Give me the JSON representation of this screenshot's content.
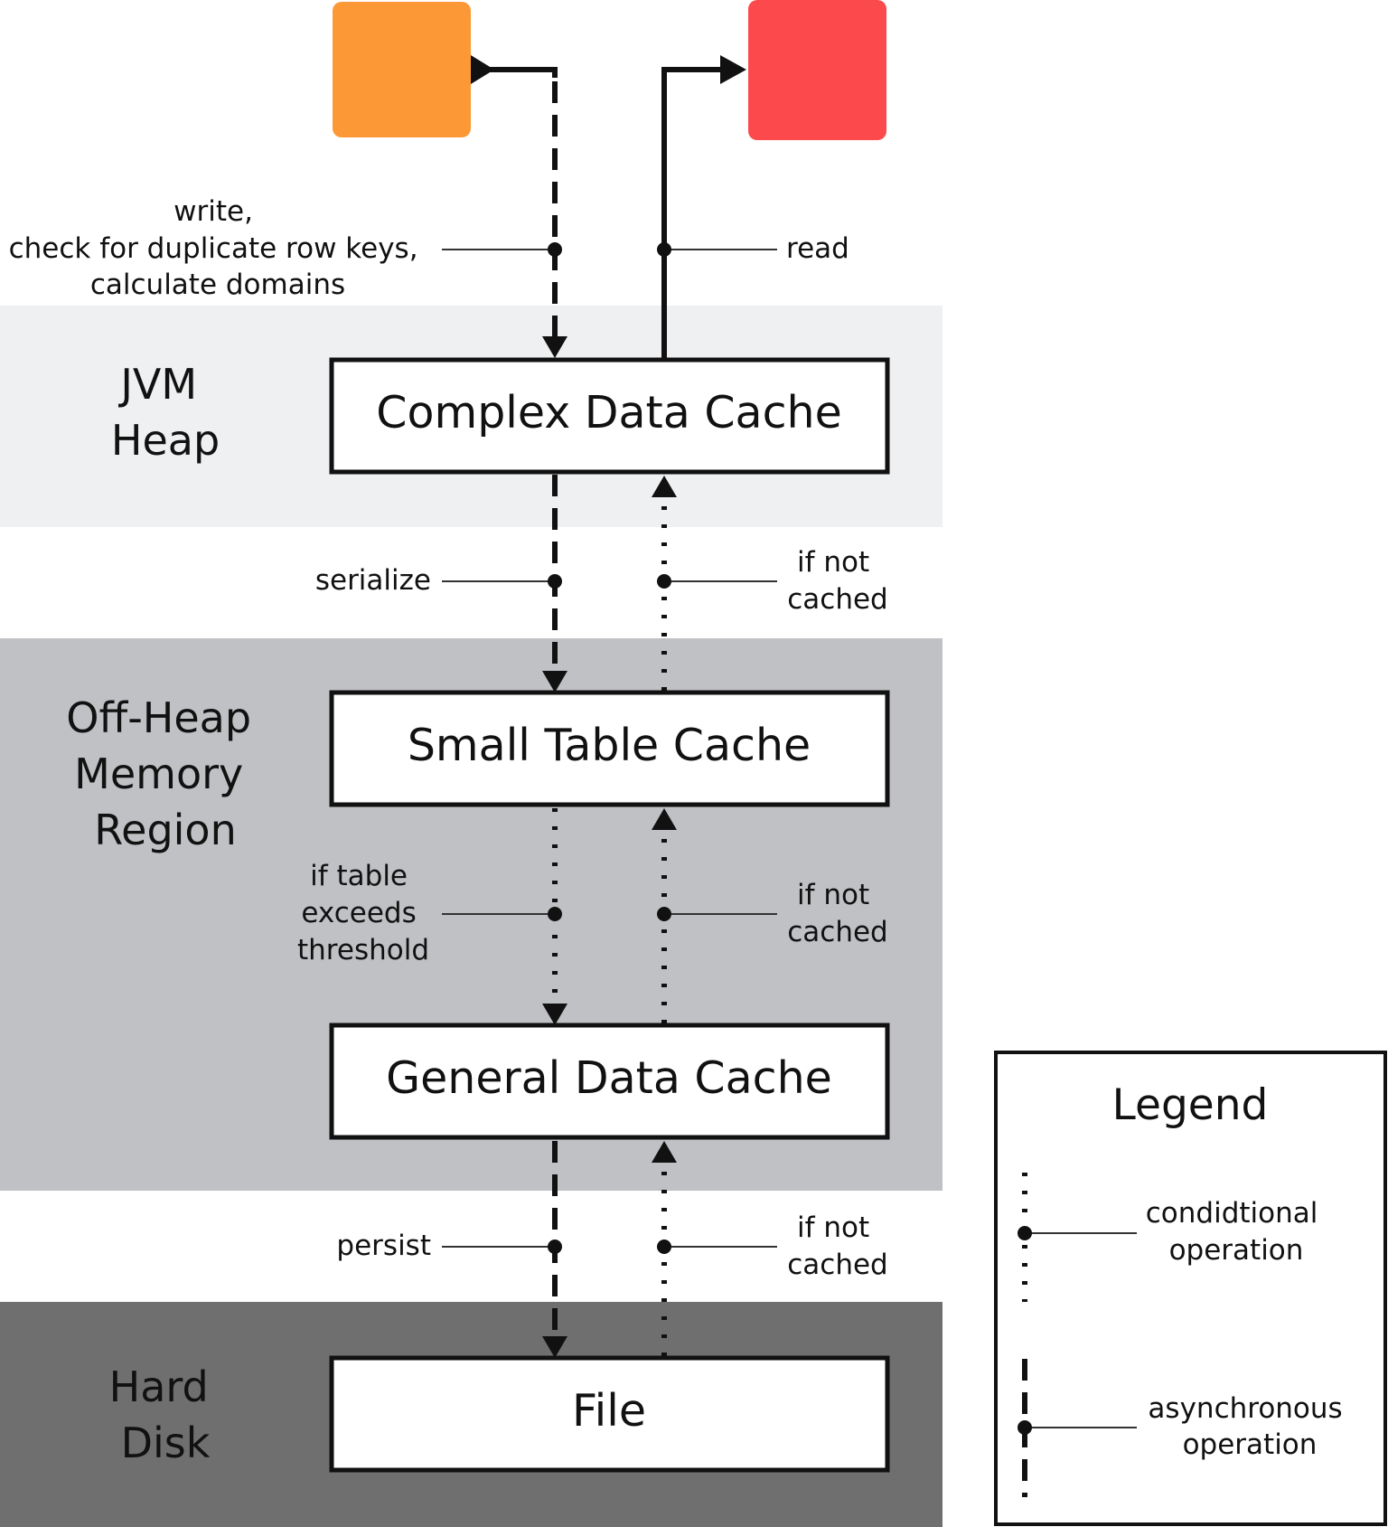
{
  "regions": {
    "jvm_heap": {
      "label_lines": [
        "JVM",
        "Heap"
      ],
      "color": "#eff0f1"
    },
    "off_heap": {
      "label_lines": [
        "Off-Heap",
        "Memory",
        "Region"
      ],
      "color": "#bfc1c4"
    },
    "hard_disk": {
      "label_lines": [
        "Hard",
        "Disk"
      ],
      "color": "#6f6f6f"
    }
  },
  "sources": {
    "writer_color": "#fd9836",
    "reader_color": "#fc4a4c"
  },
  "boxes": {
    "complex_data_cache": "Complex Data Cache",
    "small_table_cache": "Small Table Cache",
    "general_data_cache": "General Data Cache",
    "file": "File"
  },
  "annotations": {
    "write": [
      "write,",
      "check for duplicate row keys,",
      "calculate domains"
    ],
    "read": [
      "read"
    ],
    "serialize": [
      "serialize"
    ],
    "if_not_cached_1": [
      "if not",
      "cached"
    ],
    "if_table_exceeds": [
      "if table",
      "exceeds",
      "threshold"
    ],
    "if_not_cached_2": [
      "if not",
      "cached"
    ],
    "persist": [
      "persist"
    ],
    "if_not_cached_3": [
      "if not",
      "cached"
    ]
  },
  "legend": {
    "title": "Legend",
    "conditional": [
      "condidtional",
      "operation"
    ],
    "asynchronous": [
      "asynchronous",
      "operation"
    ]
  }
}
